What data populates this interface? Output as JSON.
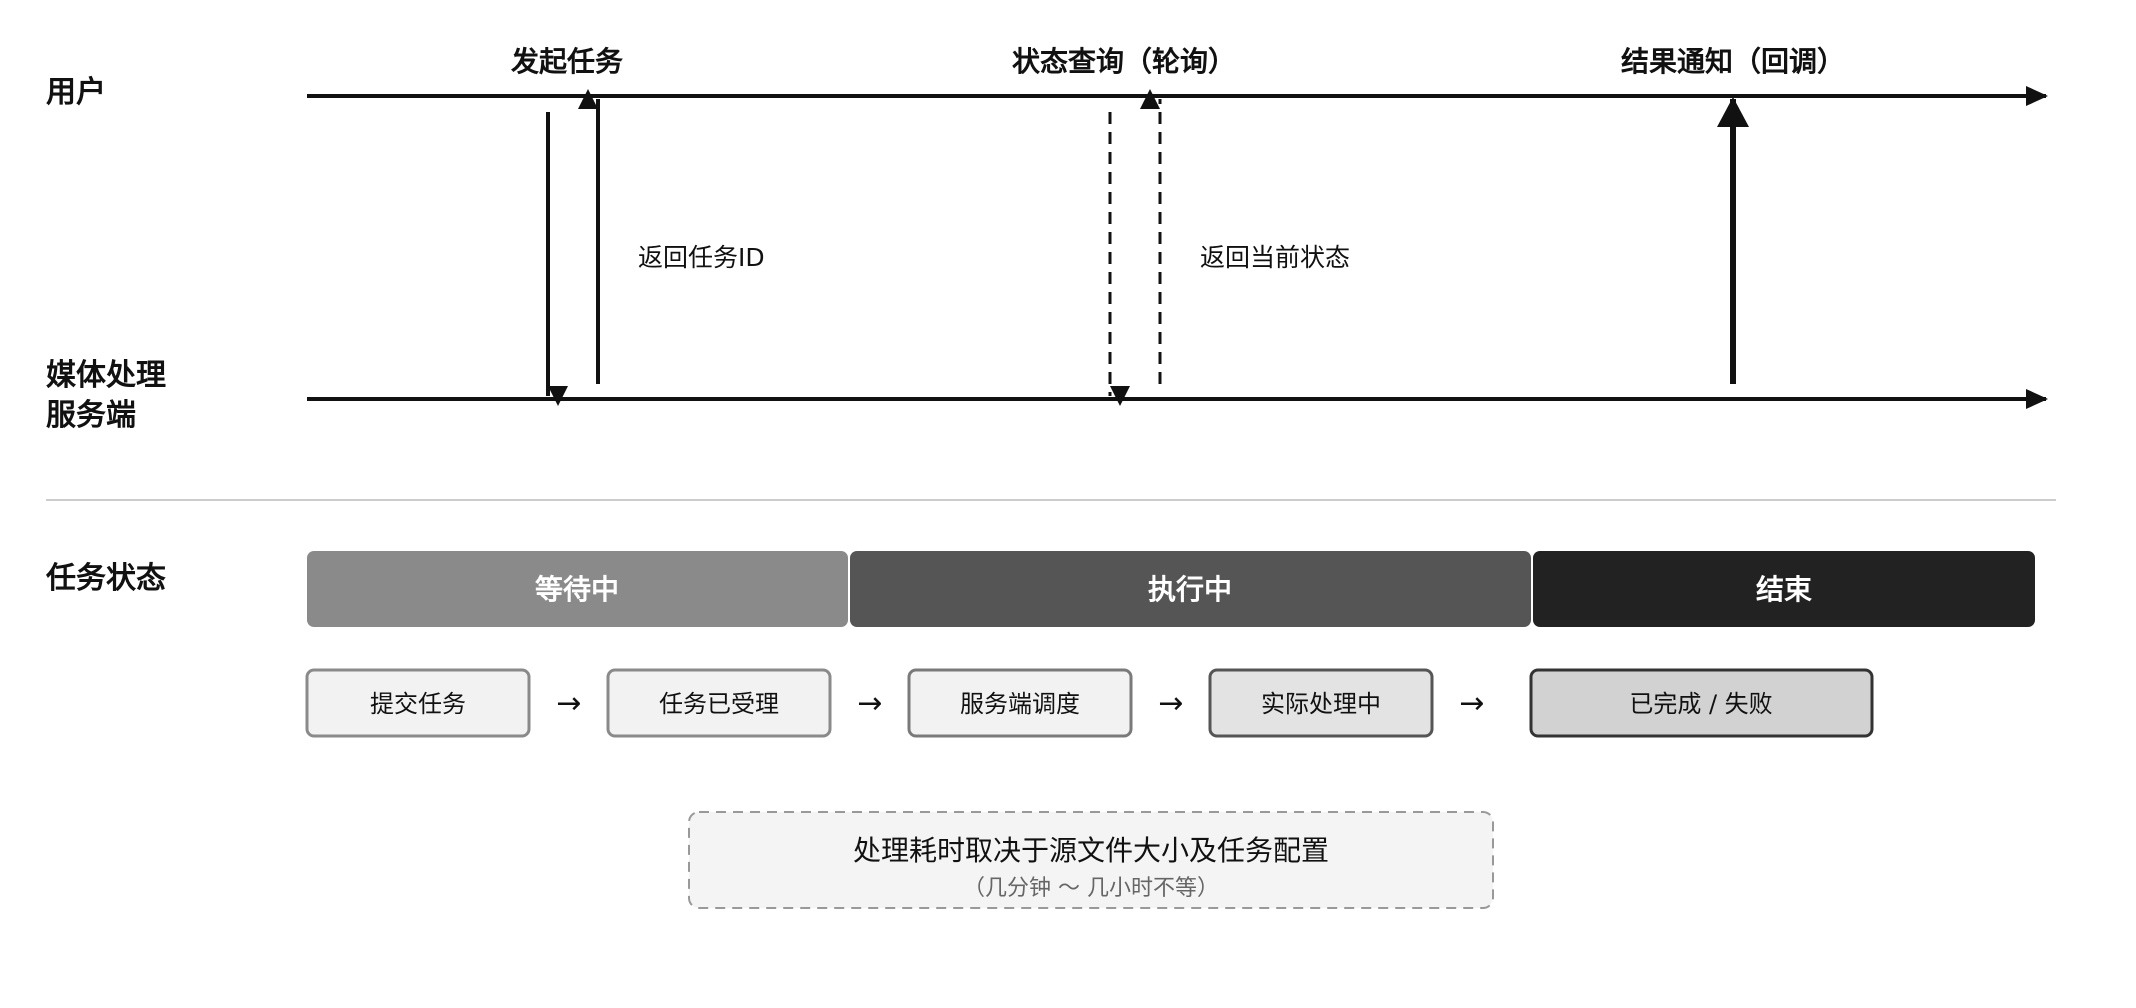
{
  "lanes": {
    "user": "用户",
    "server_line1": "媒体处理",
    "server_line2": "服务端",
    "status": "任务状态"
  },
  "events": [
    {
      "label": "发起任务",
      "reply": "返回任务ID"
    },
    {
      "label": "状态查询（轮询）",
      "reply": "返回当前状态"
    },
    {
      "label": "结果通知（回调）"
    }
  ],
  "phases": [
    {
      "label": "等待中",
      "color": "#8a8a8a"
    },
    {
      "label": "执行中",
      "color": "#555555"
    },
    {
      "label": "结束",
      "color": "#222222"
    }
  ],
  "steps": [
    {
      "label": "提交任务",
      "fill": "#f2f2f2",
      "stroke": "#8a8a8a"
    },
    {
      "label": "任务已受理",
      "fill": "#f2f2f2",
      "stroke": "#8a8a8a"
    },
    {
      "label": "服务端调度",
      "fill": "#f2f2f2",
      "stroke": "#7a7a7a"
    },
    {
      "label": "实际处理中",
      "fill": "#e3e3e3",
      "stroke": "#555555"
    },
    {
      "label": "已完成 / 失败",
      "fill": "#d2d2d2",
      "stroke": "#333333"
    }
  ],
  "step_separator": "→",
  "note": {
    "main": "处理耗时取决于源文件大小及任务配置",
    "sub": "（几分钟 ～ 几小时不等）"
  },
  "colors": {
    "line": "#111111",
    "divider": "#cccccc",
    "note_fill": "#f4f4f4",
    "note_stroke": "#999999"
  }
}
